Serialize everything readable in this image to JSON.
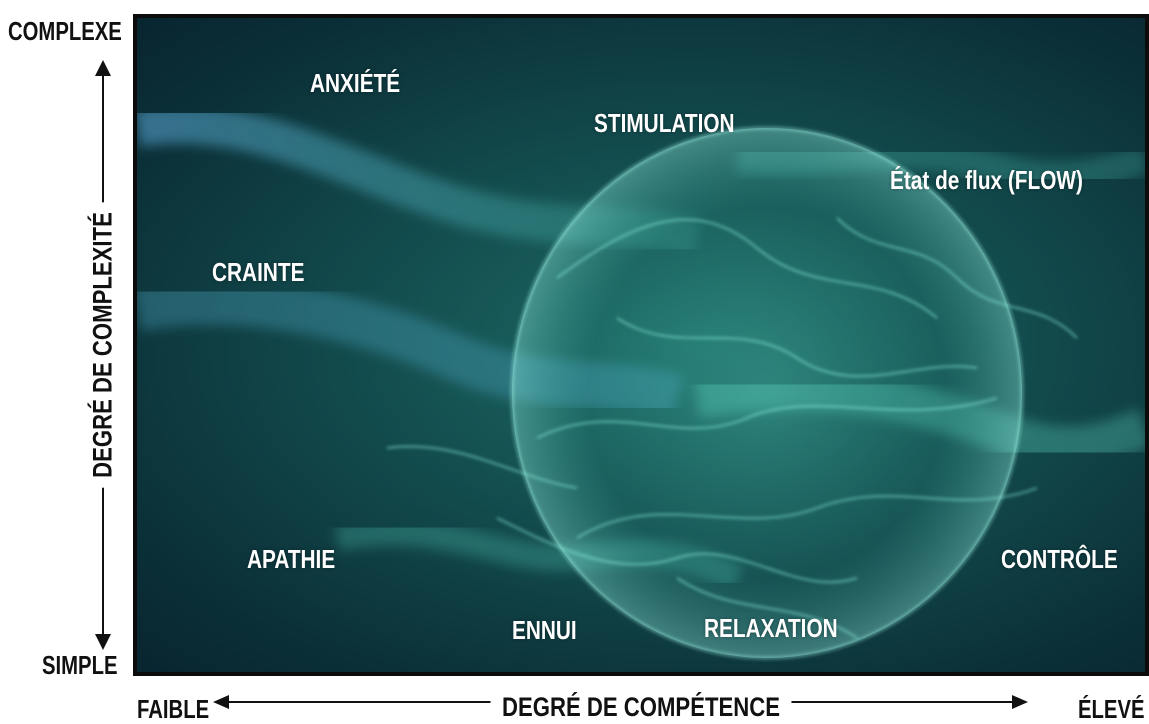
{
  "axes": {
    "vertical": {
      "title": "DEGRÉ DE COMPLEXITÉ",
      "top_label": "COMPLEXE",
      "bottom_label": "SIMPLE"
    },
    "horizontal": {
      "title": "DEGRÉ DE COMPÉTENCE",
      "left_label": "FAIBLE",
      "right_label": "ÉLEVÉ"
    }
  },
  "states": {
    "anxiety": "ANXIÉTÉ",
    "stimulation": "STIMULATION",
    "flow": "État de flux (FLOW)",
    "fear": "CRAINTE",
    "apathy": "APATHIE",
    "control": "CONTRÔLE",
    "boredom": "ENNUI",
    "relaxation": "RELAXATION"
  },
  "colors": {
    "background_dark": "#0b3038",
    "smoke": "#5fe0cc",
    "label": "#ffffff",
    "axis": "#111111"
  }
}
